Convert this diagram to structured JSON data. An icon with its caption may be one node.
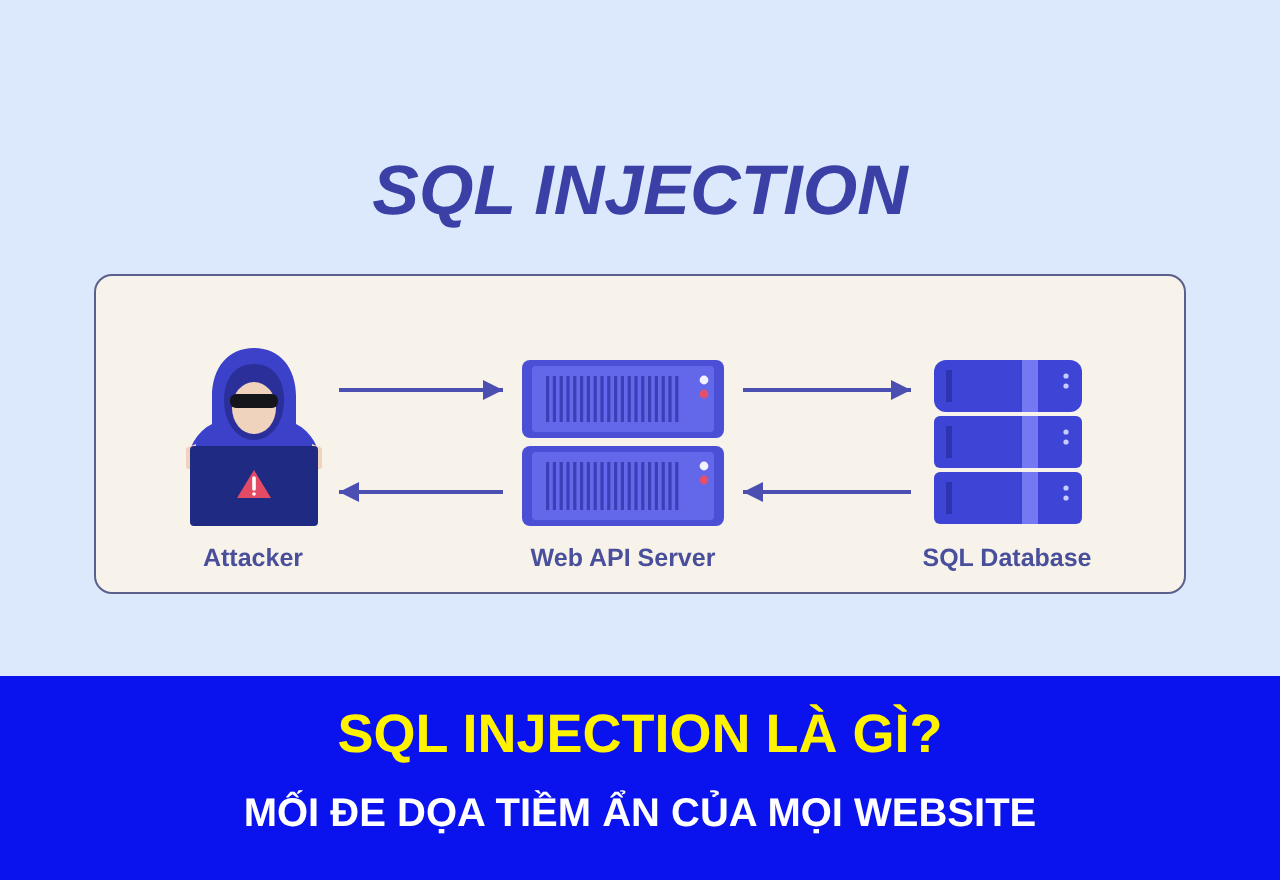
{
  "diagram": {
    "title": "SQL INJECTION",
    "nodes": [
      {
        "text": [],
        "shape": "box"
      },
      {
        "text": [
          "Attacker"
        ],
        "in": 0
      },
      {
        "text": [
          "Web API Server"
        ],
        "in": 0
      },
      {
        "text": [
          "SQL Database"
        ],
        "in": 0
      },
      {
        "text": [
          "SQL INJECTION LÀ GÌ?",
          "MỐI ĐE DỌA TIỀM ẨN CỦA MỌI WEBSITE"
        ]
      }
    ],
    "edges": [
      {
        "from": 1,
        "to": 2,
        "arrow": "to"
      },
      {
        "from": 2,
        "to": 3,
        "arrow": "to"
      },
      {
        "from": 3,
        "to": 2,
        "arrow": "to"
      },
      {
        "from": 2,
        "to": 1,
        "arrow": "to"
      }
    ]
  }
}
